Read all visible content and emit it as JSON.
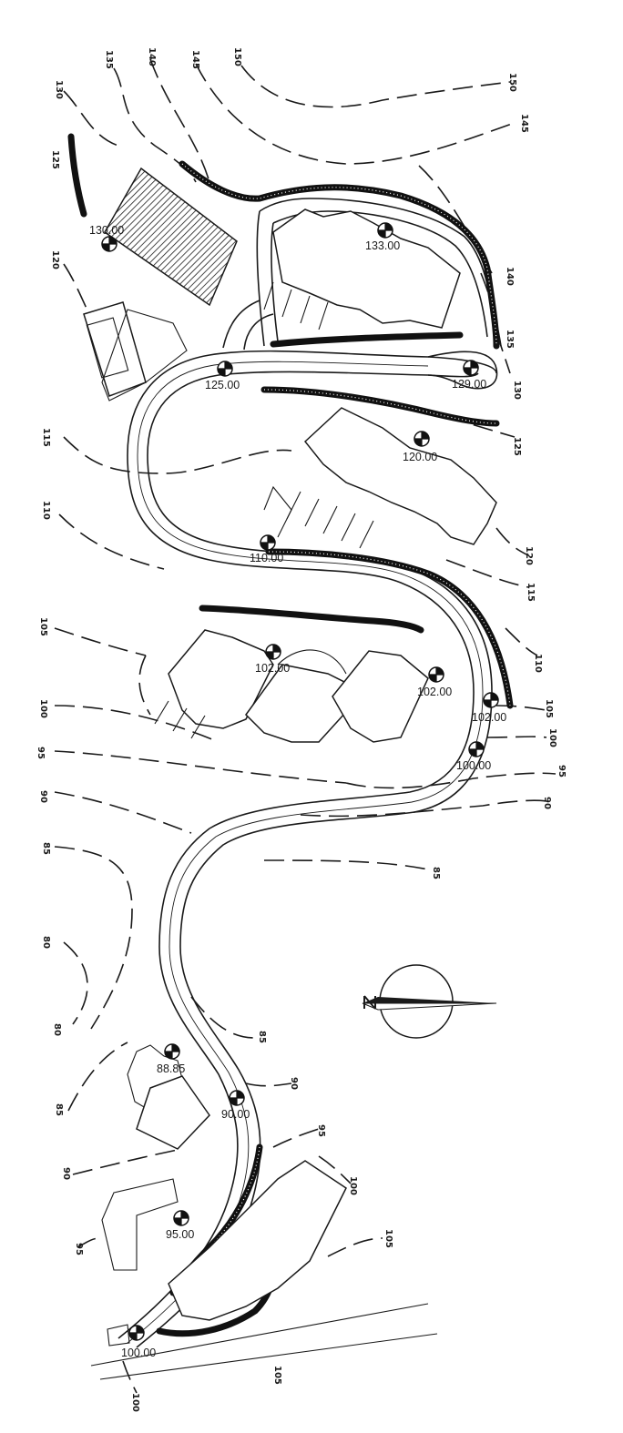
{
  "colors": {
    "ink": "#1a1a1a",
    "paper": "#ffffff"
  },
  "contour_labels": [
    {
      "id": "c130a",
      "text": "130"
    },
    {
      "id": "c135a",
      "text": "135"
    },
    {
      "id": "c140a",
      "text": "140"
    },
    {
      "id": "c145a",
      "text": "145"
    },
    {
      "id": "c150a",
      "text": "150"
    },
    {
      "id": "c150b",
      "text": "150"
    },
    {
      "id": "c145b",
      "text": "145"
    },
    {
      "id": "c125a",
      "text": "125"
    },
    {
      "id": "c120a",
      "text": "120"
    },
    {
      "id": "c140b",
      "text": "140"
    },
    {
      "id": "c135b",
      "text": "135"
    },
    {
      "id": "c130b",
      "text": "130"
    },
    {
      "id": "c125b",
      "text": "125"
    },
    {
      "id": "c115a",
      "text": "115"
    },
    {
      "id": "c110a",
      "text": "110"
    },
    {
      "id": "c120b",
      "text": "120"
    },
    {
      "id": "c115b",
      "text": "115"
    },
    {
      "id": "c110b",
      "text": "110"
    },
    {
      "id": "c105a",
      "text": "105"
    },
    {
      "id": "c105b",
      "text": "105"
    },
    {
      "id": "c100a",
      "text": "100"
    },
    {
      "id": "c100b",
      "text": "100"
    },
    {
      "id": "c95a",
      "text": "95"
    },
    {
      "id": "c95b",
      "text": "95"
    },
    {
      "id": "c90a",
      "text": "90"
    },
    {
      "id": "c90b",
      "text": "90"
    },
    {
      "id": "c85a",
      "text": "85"
    },
    {
      "id": "c85b",
      "text": "85"
    },
    {
      "id": "c80a",
      "text": "80"
    },
    {
      "id": "c80b",
      "text": "80"
    },
    {
      "id": "c85c",
      "text": "85"
    },
    {
      "id": "c90c",
      "text": "90"
    },
    {
      "id": "c85d",
      "text": "85"
    },
    {
      "id": "c95c",
      "text": "95"
    },
    {
      "id": "c90d",
      "text": "90"
    },
    {
      "id": "c100c",
      "text": "100"
    },
    {
      "id": "c105c",
      "text": "105"
    },
    {
      "id": "c95d",
      "text": "95"
    },
    {
      "id": "c105d",
      "text": "105"
    },
    {
      "id": "c100d",
      "text": "100"
    }
  ],
  "spot_levels": [
    {
      "id": "s1",
      "text": "130.00"
    },
    {
      "id": "s2",
      "text": "133.00"
    },
    {
      "id": "s3",
      "text": "125.00"
    },
    {
      "id": "s4",
      "text": "129.00"
    },
    {
      "id": "s5",
      "text": "120.00"
    },
    {
      "id": "s6",
      "text": "110.00"
    },
    {
      "id": "s7",
      "text": "102.00"
    },
    {
      "id": "s8",
      "text": "102.00"
    },
    {
      "id": "s9",
      "text": "102.00"
    },
    {
      "id": "s10",
      "text": "100.00"
    },
    {
      "id": "s11",
      "text": "88.85"
    },
    {
      "id": "s12",
      "text": "90.00"
    },
    {
      "id": "s13",
      "text": "95.00"
    },
    {
      "id": "s14",
      "text": "100.00"
    }
  ]
}
